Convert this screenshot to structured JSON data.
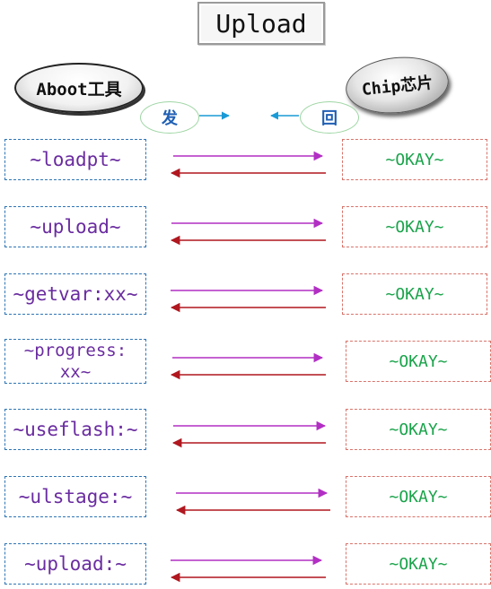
{
  "title": "Upload",
  "actors": {
    "left": "Aboot工具",
    "right": "Chip芯片"
  },
  "directions": {
    "send": "发",
    "return": "回"
  },
  "colors": {
    "command_text": "#6a2ca0",
    "command_border": "#2e75b6",
    "response_text": "#19a34a",
    "response_border": "#d9736a",
    "send_arrow": "#b22fc4",
    "return_arrow": "#b0171f",
    "direction_arrow": "#1a9ad6"
  },
  "steps": [
    {
      "command": "~loadpt~",
      "response": "~OKAY~"
    },
    {
      "command": "~upload~",
      "response": "~OKAY~"
    },
    {
      "command": "~getvar:xx~",
      "response": "~OKAY~"
    },
    {
      "command": "~progress:\nxx~",
      "response": "~OKAY~"
    },
    {
      "command": "~useflash:~",
      "response": "~OKAY~"
    },
    {
      "command": "~ulstage:~",
      "response": "~OKAY~"
    },
    {
      "command": "~upload:~",
      "response": "~OKAY~"
    }
  ]
}
